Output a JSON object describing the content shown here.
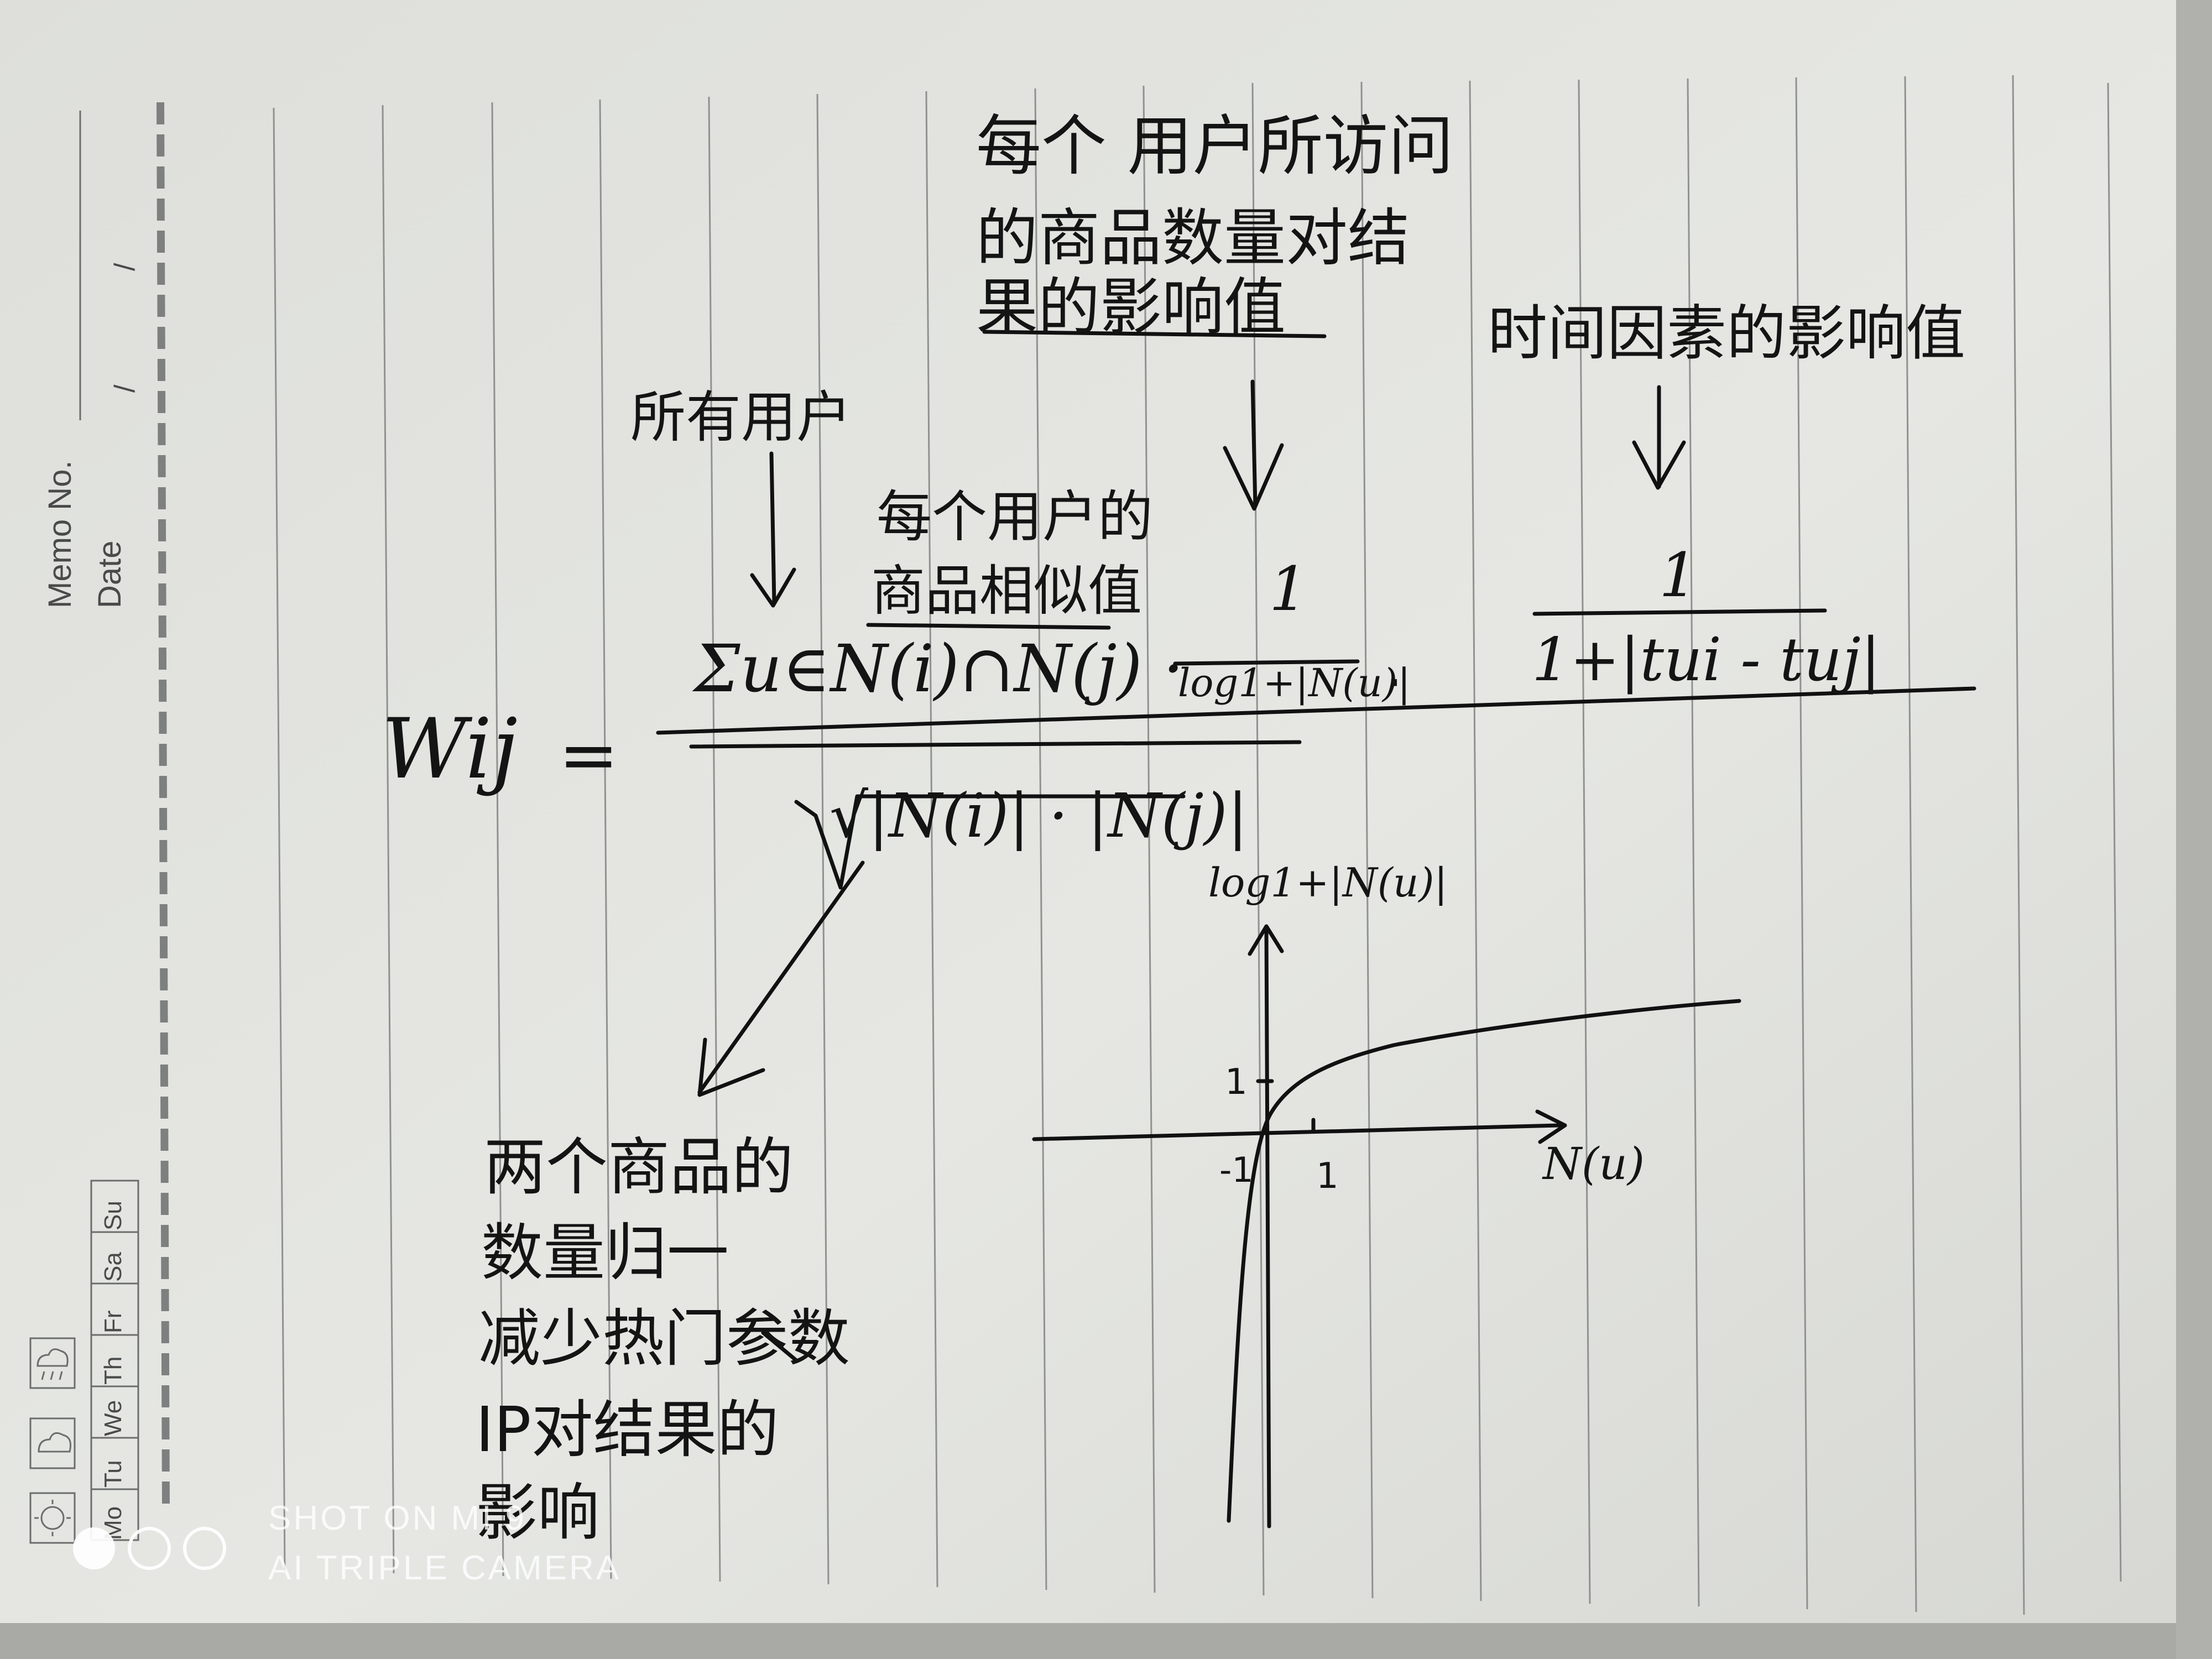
{
  "notebook": {
    "memo_label": "Memo No.",
    "date_label": "Date",
    "date_slashes": [
      "/",
      "/"
    ],
    "weekdays": [
      "Mo",
      "Tu",
      "We",
      "Th",
      "Fr",
      "Sa",
      "Su"
    ],
    "weather_icons": [
      "sun-icon",
      "cloud-icon",
      "rain-icon"
    ]
  },
  "annotations": {
    "items_per_user_effect": [
      "每个 用户所访问",
      "的商品数量对结",
      "果的影响值"
    ],
    "time_factor_effect": "时间因素的影响值",
    "all_common_users": "所有用户",
    "per_user_item_similarity": [
      "每个用户的",
      "商品相似值"
    ],
    "normalization_note": [
      "两个商品的",
      "数量归一",
      "减少热门参数",
      "IP对结果的",
      "影响"
    ]
  },
  "formula": {
    "lhs": "Wij",
    "equals": "=",
    "sum_term": "Σu∈N(i)∩N(j) ·",
    "dot": "·",
    "frac1_num": "1",
    "frac1_den": "log1+|N(u)|",
    "frac2_num": "1",
    "frac2_den": "1+|tui - tuj|",
    "denominator": "√|N(i)| · |N(j)|"
  },
  "graph": {
    "y_axis_label": "log1+|N(u)|",
    "x_axis_label": "N(u)",
    "tick_y": "1",
    "tick_x_neg": "-1",
    "tick_x_pos": "1"
  },
  "watermark": {
    "line1": "SHOT ON MI 9",
    "line2": "AI TRIPLE CAMERA"
  }
}
